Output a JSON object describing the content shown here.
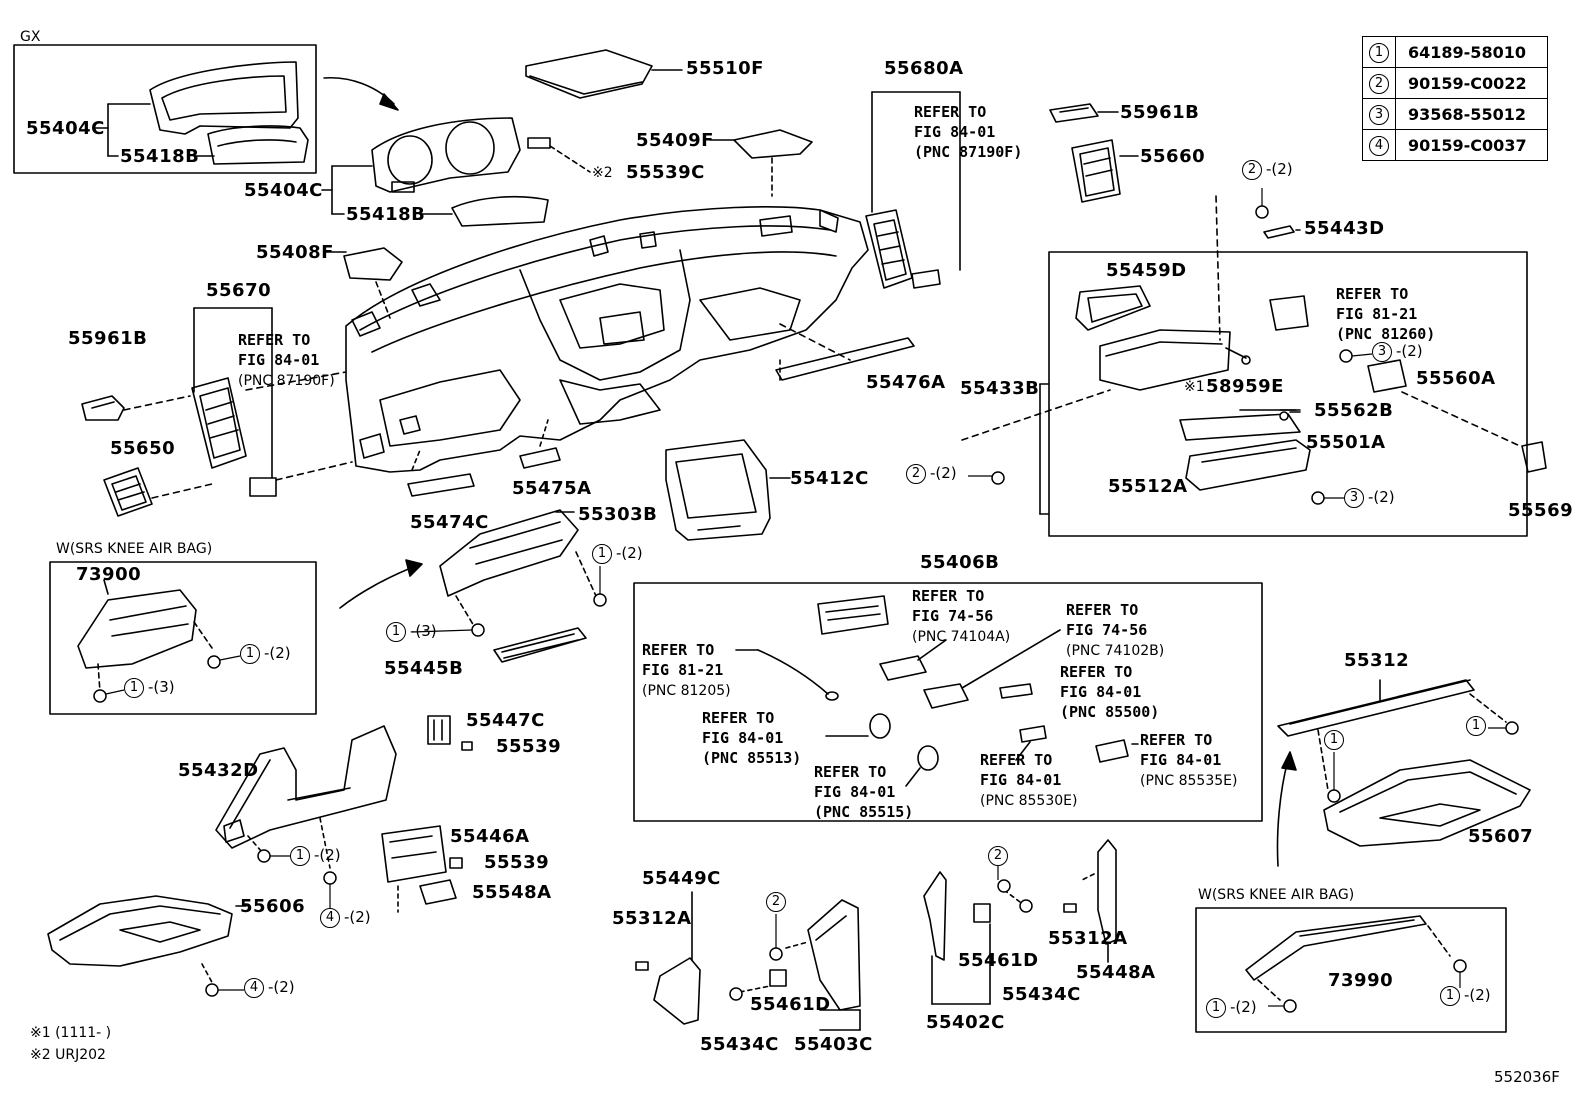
{
  "title_variant": "GX",
  "drawing_number": "552036F",
  "legend": [
    {
      "num": "1",
      "part": "64189-58010"
    },
    {
      "num": "2",
      "part": "90159-C0022"
    },
    {
      "num": "3",
      "part": "93568-55012"
    },
    {
      "num": "4",
      "part": "90159-C0037"
    }
  ],
  "srs_box_left_title": "W(SRS KNEE AIR BAG)",
  "srs_box_right_title": "W(SRS KNEE AIR BAG)",
  "footnotes": {
    "note1_mark": "※1",
    "note1_text": "(1111-      )",
    "note2_mark": "※2",
    "note2_text": "URJ202"
  },
  "parts": {
    "p55404C_gx": "55404C",
    "p55418B_gx": "55418B",
    "p55510F": "55510F",
    "p55680A": "55680A",
    "p55961B_top": "55961B",
    "p55660": "55660",
    "p55409F": "55409F",
    "p55539C": "55539C",
    "p55539C_mark": "※2",
    "p55404C": "55404C",
    "p55418B": "55418B",
    "p55408F": "55408F",
    "p55670": "55670",
    "p55961B_left": "55961B",
    "p55650": "55650",
    "p55476A": "55476A",
    "p55443D": "55443D",
    "p55459D": "55459D",
    "p55433B": "55433B",
    "p58959E": "58959E",
    "p58959E_mark": "※1",
    "p55560A": "55560A",
    "p55562B": "55562B",
    "p55501A": "55501A",
    "p55512A": "55512A",
    "p55569": "55569",
    "p55475A": "55475A",
    "p55412C": "55412C",
    "p55474C": "55474C",
    "p55303B": "55303B",
    "p73900": "73900",
    "p55445B": "55445B",
    "p55406B": "55406B",
    "p55447C": "55447C",
    "p55539_a": "55539",
    "p55432D": "55432D",
    "p55446A": "55446A",
    "p55539_b": "55539",
    "p55548A": "55548A",
    "p55606": "55606",
    "p55312": "55312",
    "p55607": "55607",
    "p73990": "73990",
    "p55449C": "55449C",
    "p55312A_left": "55312A",
    "p55461D_left": "55461D",
    "p55434C_left": "55434C",
    "p55403C": "55403C",
    "p55461D_mid": "55461D",
    "p55402C": "55402C",
    "p55434C_mid": "55434C",
    "p55312A_right": "55312A",
    "p55448A": "55448A"
  },
  "refer_notes": {
    "r_55680A": [
      "REFER TO",
      "FIG 84-01",
      "(PNC 87190F)"
    ],
    "r_55670": [
      "REFER TO",
      "FIG 84-01",
      "(PNC 87190F)"
    ],
    "r_81260": [
      "REFER TO",
      "FIG 81-21",
      "(PNC 81260)"
    ],
    "r_74104A": [
      "REFER TO",
      "FIG 74-56",
      "(PNC 74104A)"
    ],
    "r_74102B": [
      "REFER TO",
      "FIG 74-56",
      "(PNC 74102B)"
    ],
    "r_81205": [
      "REFER TO",
      "FIG 81-21",
      "(PNC 81205)"
    ],
    "r_85500": [
      "REFER TO",
      "FIG 84-01",
      "(PNC 85500)"
    ],
    "r_85513": [
      "REFER TO",
      "FIG 84-01",
      "(PNC 85513)"
    ],
    "r_85515": [
      "REFER TO",
      "FIG 84-01",
      "(PNC 85515)"
    ],
    "r_85530E": [
      "REFER TO",
      "FIG 84-01",
      "(PNC 85530E)"
    ],
    "r_85535E": [
      "REFER TO",
      "FIG 84-01",
      "(PNC 85535E)"
    ]
  },
  "callouts": {
    "c2_top": {
      "num": "2",
      "qty": "-(2)"
    },
    "c3_a": {
      "num": "3",
      "qty": "-(2)"
    },
    "c2_glove": {
      "num": "2",
      "qty": "-(2)"
    },
    "c3_b": {
      "num": "3",
      "qty": "-(2)"
    },
    "c1_upper": {
      "num": "1",
      "qty": "-(2)"
    },
    "c1_bracket": {
      "num": "1",
      "qty": "-(3)"
    },
    "c1_srs_a": {
      "num": "1",
      "qty": "-(2)"
    },
    "c1_srs_b": {
      "num": "1",
      "qty": "-(3)"
    },
    "c1_lower": {
      "num": "1",
      "qty": "-(2)"
    },
    "c4_lower": {
      "num": "4",
      "qty": "-(2)"
    },
    "c4_bottom": {
      "num": "4",
      "qty": "-(2)"
    },
    "c1_r_a": {
      "num": "1",
      "qty": ""
    },
    "c1_r_b": {
      "num": "1",
      "qty": ""
    },
    "c1_srs_r_a": {
      "num": "1",
      "qty": "-(2)"
    },
    "c1_srs_r_b": {
      "num": "1",
      "qty": "-(2)"
    },
    "c2_mid_a": {
      "num": "2",
      "qty": ""
    },
    "c2_mid_b": {
      "num": "2",
      "qty": ""
    }
  }
}
